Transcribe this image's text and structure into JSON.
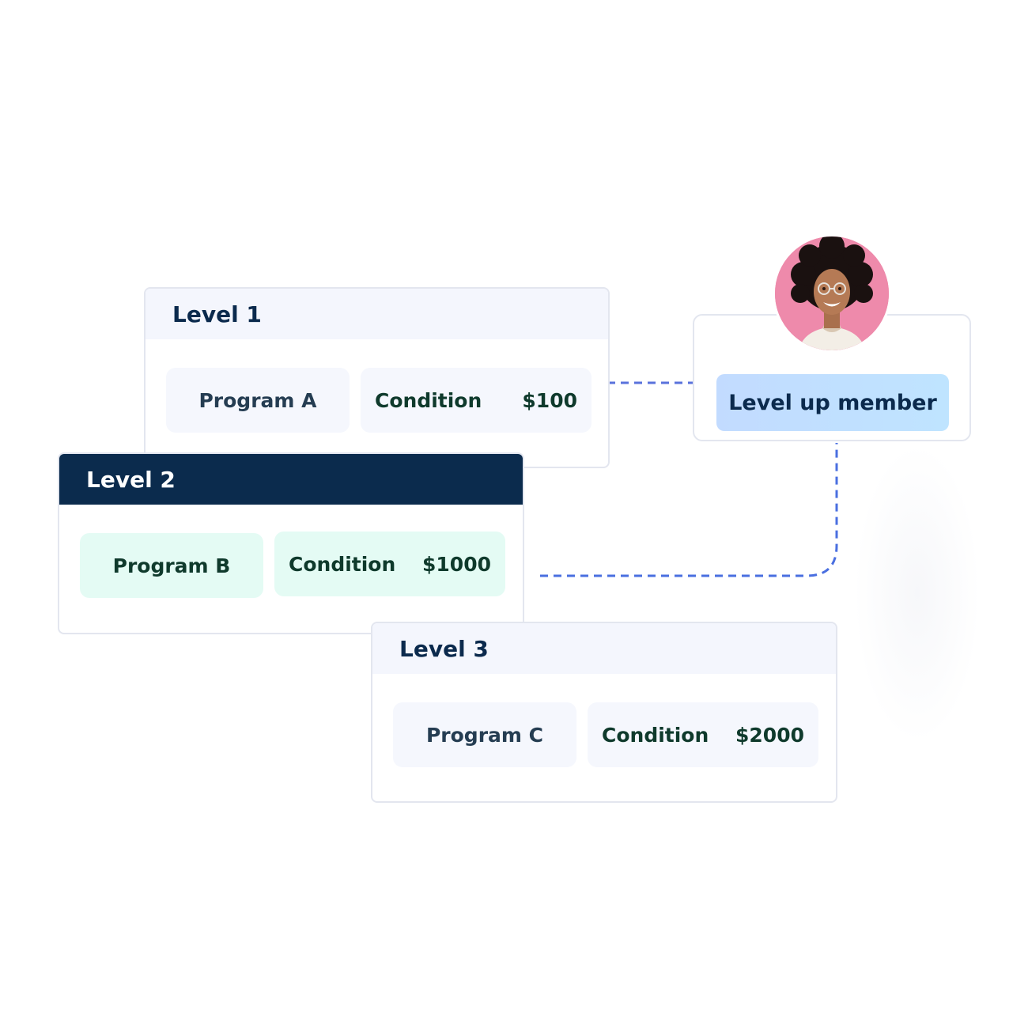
{
  "levels": [
    {
      "title": "Level 1",
      "program": "Program A",
      "condition_label": "Condition",
      "condition_value": "$100"
    },
    {
      "title": "Level 2",
      "program": "Program B",
      "condition_label": "Condition",
      "condition_value": "$1000"
    },
    {
      "title": "Level 3",
      "program": "Program C",
      "condition_label": "Condition",
      "condition_value": "$2000"
    }
  ],
  "member": {
    "action_label": "Level up member"
  },
  "colors": {
    "dark_navy": "#0b2b4d",
    "header_light": "#f4f6fd",
    "pill_light": "#f5f7fd",
    "pill_mint": "#e4fbf4",
    "connector_blue": "#4a6fe0",
    "button_blue": "#c2dbff",
    "avatar_pink": "#ee8aab"
  }
}
